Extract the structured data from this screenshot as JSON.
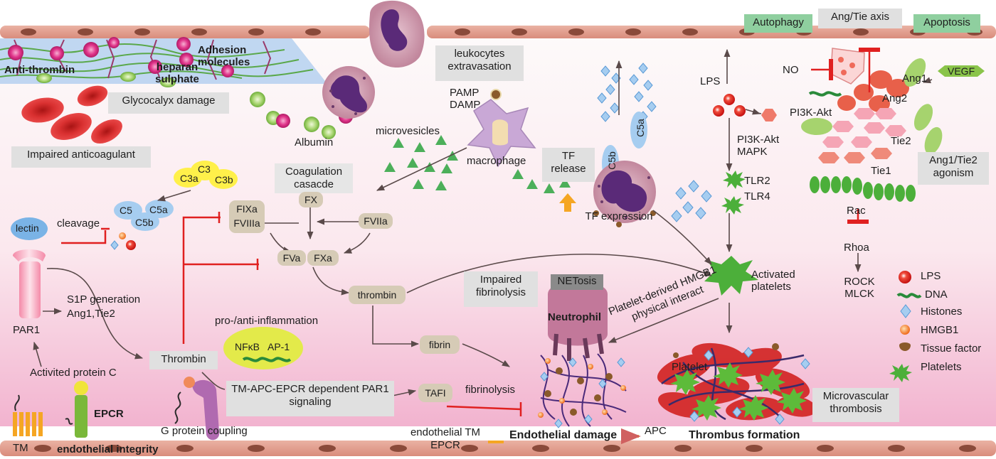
{
  "labels": {
    "autophagy": "Autophagy",
    "ang_tie_axis": "Ang/Tie axis",
    "apoptosis": "Apoptosis",
    "anti_thrombin": "Anti-thrombin",
    "heparan_sulphate": "heparan sulphate",
    "adhesion_molecules": "Adhesion molecules",
    "glycocalyx_damage": "Glycocalyx damage",
    "albumin": "Albumin",
    "leukocytes_extravasation": "leukocytes extravasation",
    "pamp_damp": "PAMP DAMP",
    "microvesicles": "microvesicles",
    "macrophage": "macrophage",
    "tf_release": "TF release",
    "c5b_top": "C5b",
    "c5a_top": "C5a",
    "tf_expression": "TF expression",
    "lps": "LPS",
    "no": "NO",
    "vegf": "VEGF",
    "ang1": "Ang1",
    "ang2": "Ang2",
    "pi3k_akt": "PI3K-Akt",
    "pi3k_akt_mapk": "PI3K-Akt MAPK",
    "tlr2": "TLR2",
    "tlr4": "TLR4",
    "tie2": "Tie2",
    "tie1": "Tie1",
    "ang1_tie2_agonism": "Ang1/Tie2 agonism",
    "rac": "Rac",
    "rhoa": "Rhoa",
    "rock_mlck": "ROCK MLCK",
    "impaired_anticoagulant": "Impaired anticoagulant",
    "c3": "C3",
    "c3a": "C3a",
    "c3b": "C3b",
    "c5": "C5",
    "c5a": "C5a",
    "c5b": "C5b",
    "lectin": "lectin",
    "cleavage": "cleavage",
    "coagulation_cascade": "Coagulation casacde",
    "fx": "FX",
    "fixa_fviiia": "FIXa FVIIIa",
    "fviia": "FVIIa",
    "fva": "FVa",
    "fxa": "FXa",
    "thrombin_small": "thrombin",
    "activated_platelets": "Activated platelets",
    "s1p_generation": "S1P generation Ang1,Tie2",
    "par1": "PAR1",
    "impaired_fibrinolysis": "Impaired fibrinolysis",
    "netosis": "NETosis",
    "neutrophil": "Neutrophil",
    "platelet_derived": "Platelet-derived HMGB1 physical interact",
    "pro_anti_inflammation": "pro-/anti-inflammation",
    "nfkb": "NFκB",
    "ap1": "AP-1",
    "fibrin": "fibrin",
    "thrombin_box": "Thrombin",
    "activited_protein_c": "Activited protein C",
    "tm_apc_epcr": "TM-APC-EPCR dependent PAR1 signaling",
    "tafi": "TAFI",
    "fibrinolysis": "fibrinolysis",
    "platelet": "Platelet",
    "microvascular_thrombosis": "Microvascular thrombosis",
    "epcr": "EPCR",
    "g_protein_coupling": "G protein coupling",
    "tm": "TM",
    "endothelial_integrity": "endothelial integrity",
    "endothelial_tm_epcr": "endothelial TM EPCR",
    "endothelial_damage": "Endothelial damage",
    "apc": "APC",
    "thrombus_formation": "Thrombus formation"
  },
  "legend": [
    {
      "label": "LPS",
      "icon": "lps-icon"
    },
    {
      "label": "DNA",
      "icon": "dna-icon"
    },
    {
      "label": "Histones",
      "icon": "histones-icon"
    },
    {
      "label": "HMGB1",
      "icon": "hmgb1-icon"
    },
    {
      "label": "Tissue factor",
      "icon": "tissue-factor-icon"
    },
    {
      "label": "Platelets",
      "icon": "platelets-icon"
    }
  ],
  "colors": {
    "vessel_wall": "#e39a8c",
    "lumen_top": "#fdf7f7",
    "lumen_bottom": "#f0a8c8",
    "glycocalyx": "#b9d3ef",
    "rbc": "#d42a2a",
    "green_cell": "#a6d36e",
    "magenta_cell": "#e0348a",
    "macrophage": "#c9a8d6",
    "neutrophil_nucleus": "#5a2a78",
    "platelet_green": "#5dbb3a",
    "inhibit_red": "#e02020",
    "pill_tan": "#d6cbb6",
    "grey_box": "#e0e0e0",
    "green_box": "#8fcf9f"
  }
}
